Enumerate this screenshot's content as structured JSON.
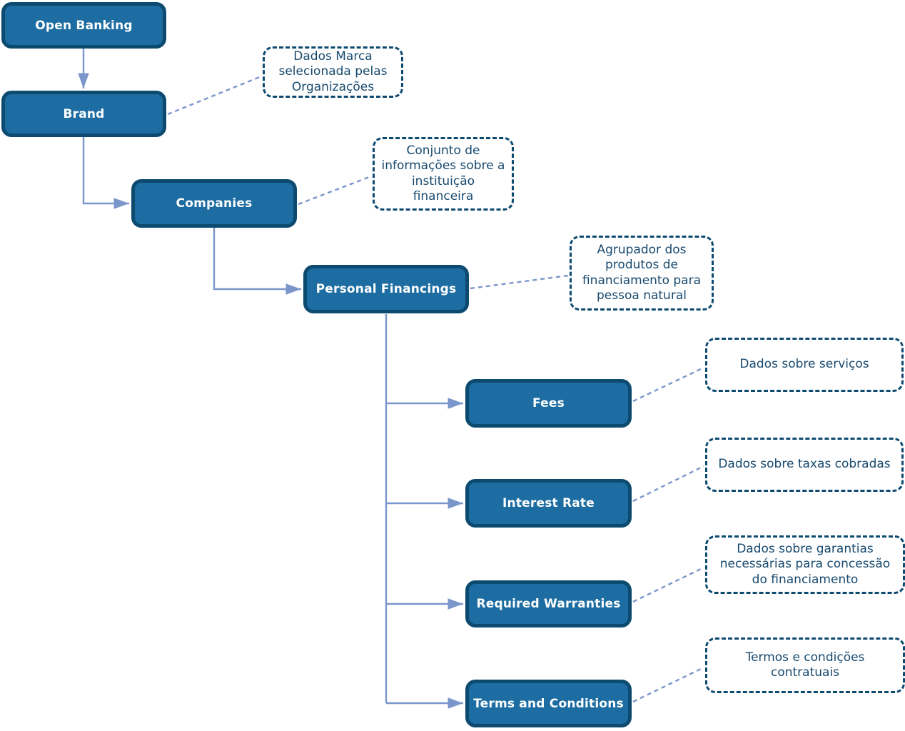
{
  "diagram": {
    "type": "flowchart",
    "language_of_annotations": "pt-BR",
    "nodes": [
      {
        "id": "open-banking",
        "label": "Open Banking"
      },
      {
        "id": "brand",
        "label": "Brand"
      },
      {
        "id": "companies",
        "label": "Companies"
      },
      {
        "id": "personal-financings",
        "label": "Personal Financings"
      },
      {
        "id": "fees",
        "label": "Fees"
      },
      {
        "id": "interest-rate",
        "label": "Interest Rate"
      },
      {
        "id": "required-warranties",
        "label": "Required Warranties"
      },
      {
        "id": "terms-and-conditions",
        "label": "Terms and Conditions"
      }
    ],
    "annotations": [
      {
        "for": "brand",
        "text": "Dados Marca\nselecionada pelas\nOrganizações"
      },
      {
        "for": "companies",
        "text": "Conjunto de\ninformações sobre a\ninstituição\nfinanceira"
      },
      {
        "for": "personal-financings",
        "text": "Agrupador dos\nprodutos de\nfinanciamento para\npessoa natural"
      },
      {
        "for": "fees",
        "text": "Dados sobre serviços"
      },
      {
        "for": "interest-rate",
        "text": "Dados sobre taxas cobradas"
      },
      {
        "for": "required-warranties",
        "text": "Dados sobre garantias\nnecessárias para concessão\ndo financiamento"
      },
      {
        "for": "terms-and-conditions",
        "text": "Termos e condições\ncontratuais"
      }
    ],
    "edges": [
      {
        "from": "open-banking",
        "to": "brand",
        "style": "solid-arrow"
      },
      {
        "from": "brand",
        "to": "companies",
        "style": "solid-arrow"
      },
      {
        "from": "companies",
        "to": "personal-financings",
        "style": "solid-arrow"
      },
      {
        "from": "personal-financings",
        "to": "fees",
        "style": "solid-arrow"
      },
      {
        "from": "personal-financings",
        "to": "interest-rate",
        "style": "solid-arrow"
      },
      {
        "from": "personal-financings",
        "to": "required-warranties",
        "style": "solid-arrow"
      },
      {
        "from": "personal-financings",
        "to": "terms-and-conditions",
        "style": "solid-arrow"
      }
    ],
    "colors": {
      "node_fill": "#1d6da2",
      "node_border": "#0d4a70",
      "node_text": "#ffffff",
      "annotation_border": "#0d4a70",
      "annotation_text": "#17496e",
      "connector": "#7b96cb",
      "background": "#ffffff"
    }
  }
}
